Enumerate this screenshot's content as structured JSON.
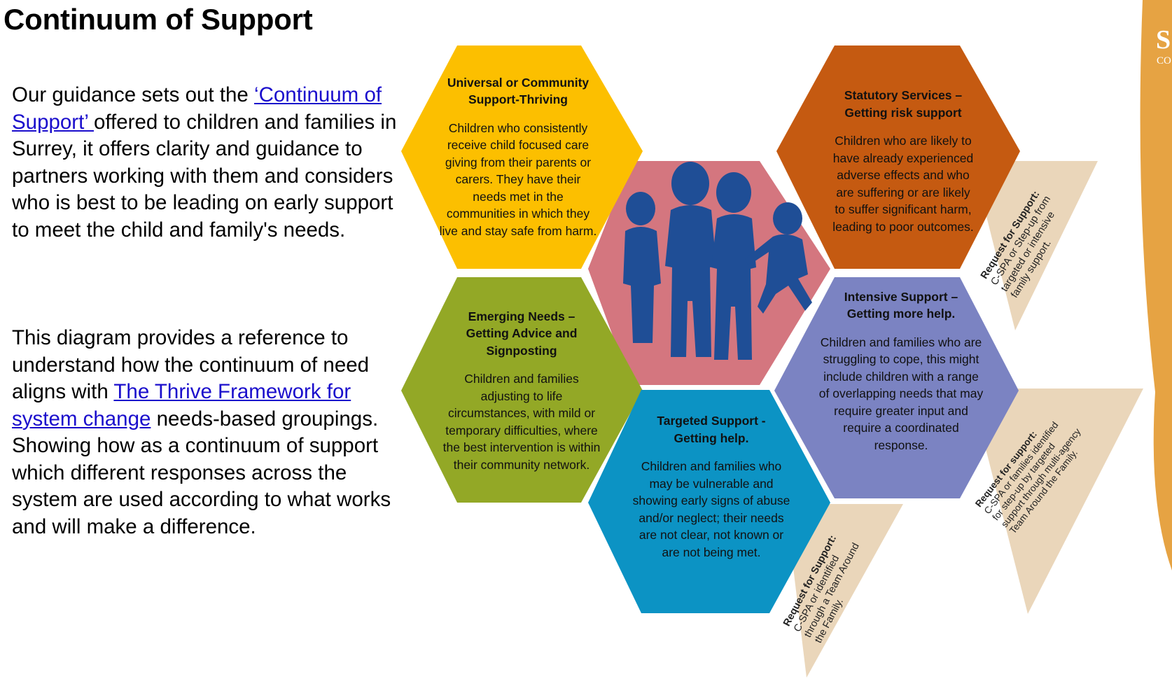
{
  "page": {
    "title": "Continuum of Support"
  },
  "intro": {
    "p1_before": "Our guidance sets out the ",
    "p1_link": "‘Continuum of Support’ ",
    "p1_after": "offered to children and families in Surrey, it offers clarity and guidance to partners working with them and considers who is best to be leading on early support to meet the child and family's needs.",
    "p2_before": "This diagram provides a reference to understand how the continuum of need aligns with ",
    "p2_link": "The Thrive Framework for system change",
    "p2_after": " needs-based groupings. Showing how as a continuum of support which different responses across the system are used according to what works and will make a difference."
  },
  "brand": {
    "logo_text": "S",
    "logo_sub": "CO"
  },
  "colors": {
    "universal": "#fcbf00",
    "emerging": "#93a826",
    "center": "#d4767f",
    "statutory": "#c55a11",
    "intensive": "#7b83c2",
    "targeted": "#0c93c4",
    "request": "#ead6ba",
    "silhouette": "#1f4e96",
    "brand": "#e6a343"
  },
  "hexes": {
    "universal": {
      "title": "Universal or Community Support-Thriving",
      "body": "Children who consistently receive child focused care giving from their parents or carers. They have their needs met in the communities in which they live and stay safe from harm."
    },
    "emerging": {
      "title": "Emerging Needs – Getting Advice and Signposting",
      "body": "Children and families adjusting to life circumstances, with mild or temporary difficulties, where the best intervention is within their community network."
    },
    "statutory": {
      "title": "Statutory Services – Getting risk support",
      "body": "Children who are likely to have already experienced adverse effects and who are suffering or are likely to suffer significant harm, leading to poor outcomes."
    },
    "intensive": {
      "title": "Intensive Support – Getting more help.",
      "body": "Children and families who are struggling to cope, this might include children with a range of overlapping needs that may require greater input and require a coordinated response."
    },
    "targeted": {
      "title": "Targeted Support - Getting help.",
      "body": "Children and families who may be vulnerable and showing early signs of abuse and/or neglect; their needs are not clear, not known or are not being met."
    },
    "center": {
      "icon": "children-silhouette-icon"
    }
  },
  "requests": {
    "statutory": {
      "title": "Request for Support:",
      "lines": [
        "C-SPA or Step-up from",
        "targeted or intensive",
        "family support."
      ]
    },
    "intensive": {
      "title": "Request for support:",
      "lines": [
        "C-SPA or families identified",
        "for step-up by targeted",
        "support through multi-agency",
        "Team Around the Family."
      ]
    },
    "targeted": {
      "title": "Request for Support:",
      "lines": [
        "C-SPA or identified",
        "through a Team Around",
        "the Family."
      ]
    }
  }
}
